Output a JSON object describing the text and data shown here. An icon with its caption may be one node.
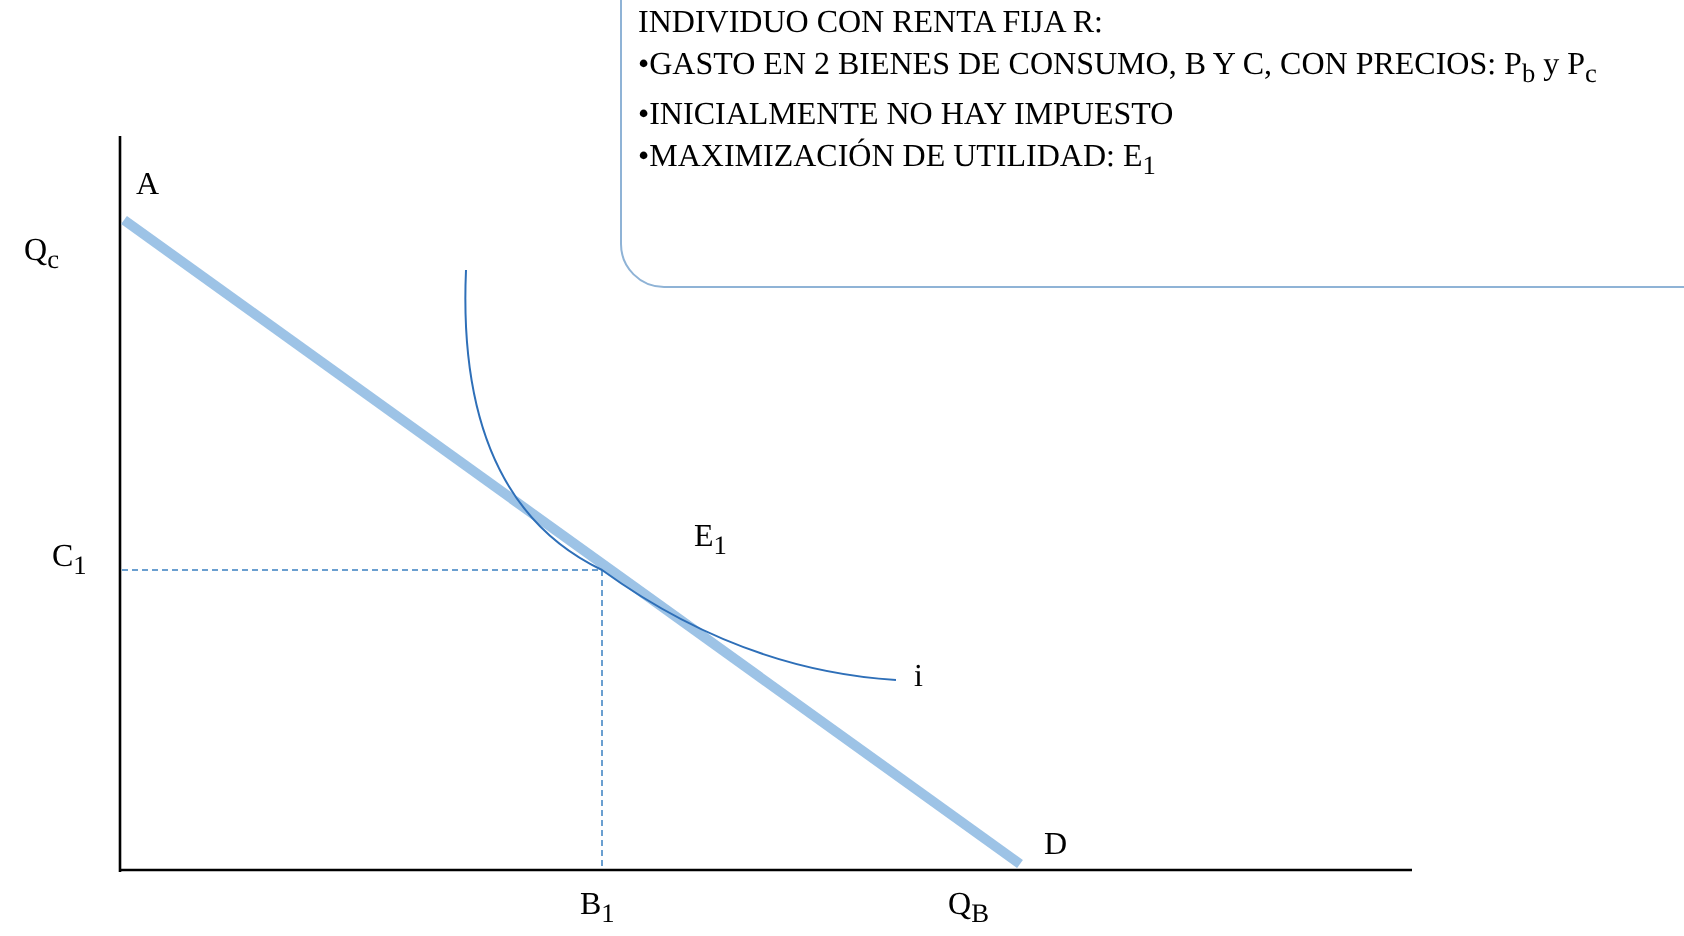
{
  "diagram": {
    "nodes": [
      {
        "text": [
          "INDIVIDUO CON RENTA FIJA R:",
          "•GASTO EN 2 BIENES DE CONSUMO, B Y C, CON PRECIOS: P$_{b}$ y P$_{c}$",
          "•INICIALMENTE NO HAY IMPUESTO",
          "•MAXIMIZACIÓN DE UTILIDAD: E$_{1}$"
        ]
      }
    ],
    "labels": [
      "Q$_{c}$",
      "A",
      "C$_{1}$",
      "E$_{1}$",
      "i",
      "B$_{1}$",
      "Q$_{B}$",
      "D"
    ]
  }
}
